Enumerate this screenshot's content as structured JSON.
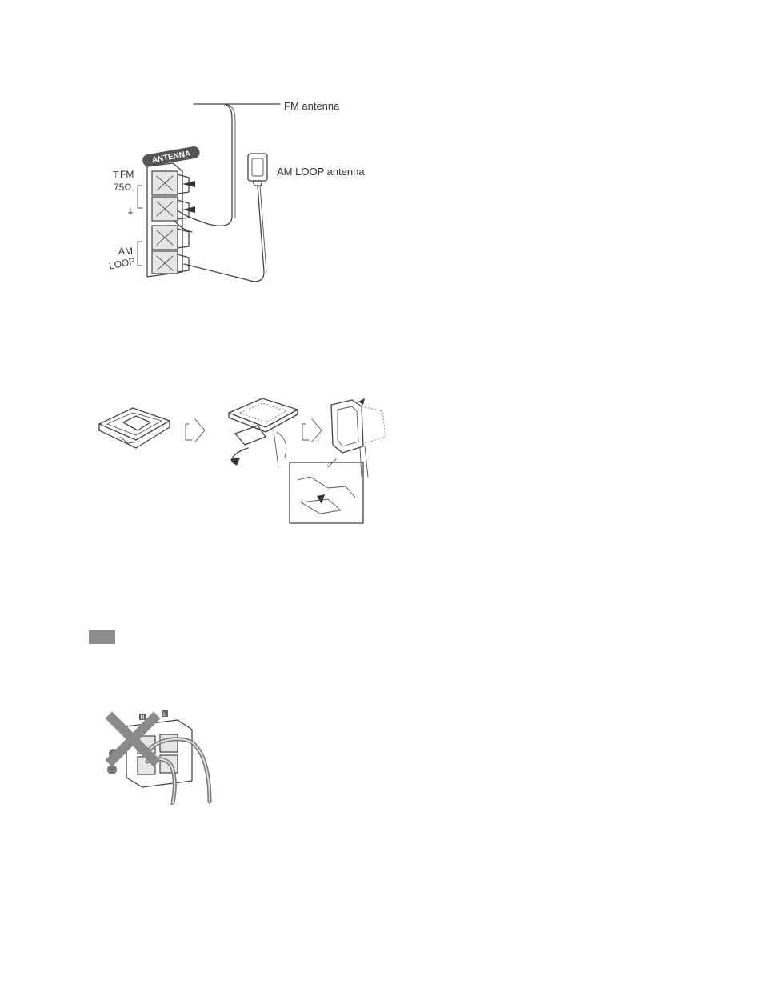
{
  "figure1": {
    "fm_antenna": "FM antenna",
    "am_loop_antenna": "AM LOOP antenna",
    "antenna_badge": "ANTENNA",
    "fm_label": "FM",
    "ohm_label": "75Ω",
    "ground_symbol": "⏚",
    "am_label": "AM",
    "loop_label": "LOOP"
  },
  "figure3": {
    "plus_mark": "+",
    "minus_mark": "−",
    "right_mark": "R",
    "left_mark": "L"
  }
}
